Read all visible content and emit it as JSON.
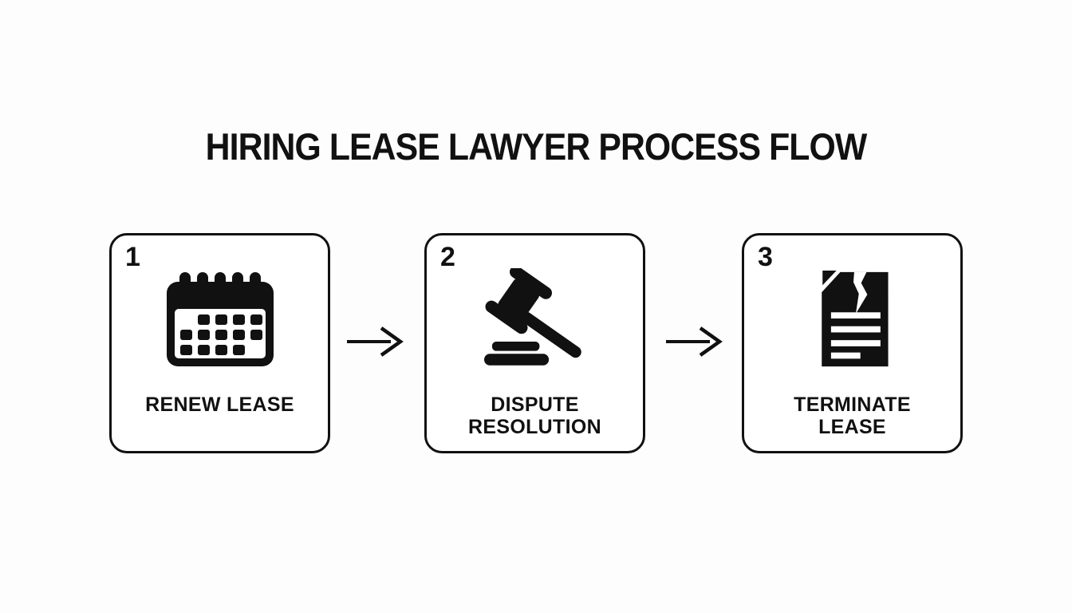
{
  "title": "HIRING LEASE LAWYER PROCESS FLOW",
  "flow": {
    "connector": "right-arrow",
    "steps": [
      {
        "number": "1",
        "icon": "calendar-icon",
        "label": "RENEW LEASE"
      },
      {
        "number": "2",
        "icon": "gavel-icon",
        "label": "DISPUTE\nRESOLUTION"
      },
      {
        "number": "3",
        "icon": "torn-document-icon",
        "label": "TERMINATE\nLEASE"
      }
    ]
  },
  "colors": {
    "background": "#fdfdfd",
    "card_background": "#ffffff",
    "ink": "#111111"
  }
}
